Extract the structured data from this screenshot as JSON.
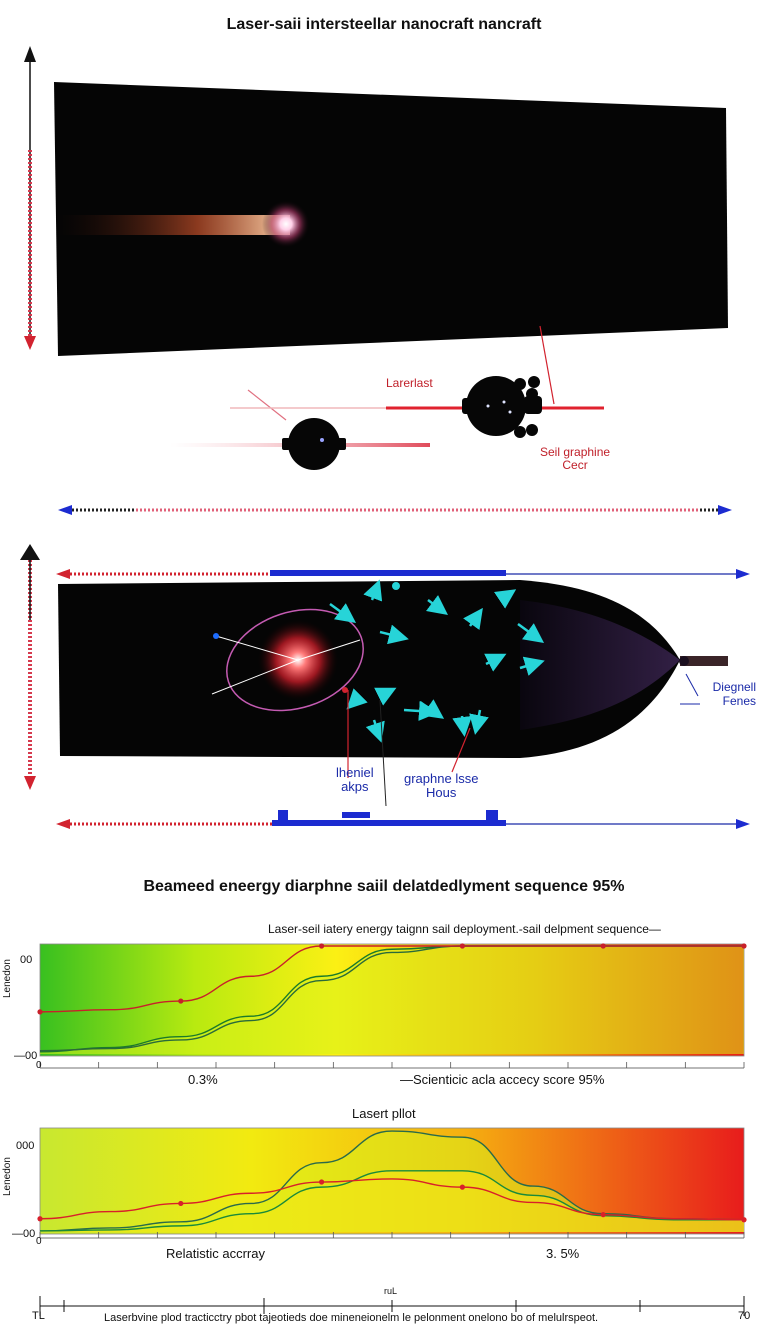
{
  "header": {
    "title": "Laser-saii intersteellar nanocraft nancraft"
  },
  "panel1": {
    "label_laser": "Larerlast",
    "label_sail_line1": "Seil graphine",
    "label_sail_line2": "Cecr"
  },
  "panel2": {
    "label_right_line1": "Diegnell",
    "label_right_line2": "Fenes",
    "label_bottom_a_line1": "lheniel",
    "label_bottom_a_line2": "akps",
    "label_bottom_b_line1": "graphne lsse",
    "label_bottom_b_line2": "Hous"
  },
  "section": {
    "title": "Beameed eneergy diarphne saiil delatdedlyment sequence 95%"
  },
  "chart1": {
    "caption": "Laser-seil iatery energy taignn sail deployment.-sail delpment sequence—",
    "y_top": "00",
    "y_bottom": "—00",
    "y_label": "Lenedon",
    "x_zero": "0",
    "x_note_left": "0.3%",
    "x_note_right": "—Scienticic acla accecy score 95%"
  },
  "chart2": {
    "title": "Lasert pllot",
    "y_top": "000",
    "y_bottom": "—00",
    "y_label": "Lenedon",
    "x_zero": "0",
    "x_note_left": "Relatistic accrray",
    "x_note_right": "3. 5%"
  },
  "footer": {
    "axis_label": "ruL",
    "left_tick": "TL",
    "right_tick": "70",
    "caption": "Laserbvine plod tracticctry pbot tajeotieds doe mineneionelm le pelonment onelono bo of melulrspeot."
  },
  "colors": {
    "accent_red": "#d2232f",
    "accent_blue": "#1c2bd0",
    "cyan": "#27d4d8"
  },
  "chart_data": [
    {
      "type": "line",
      "title": "Laser-seil iatery energy taignn sail deployment.-sail delpment sequence—",
      "ylabel": "Lenedon",
      "x": [
        0,
        0.1,
        0.2,
        0.3,
        0.4,
        0.5,
        0.6,
        0.7,
        0.8,
        0.9,
        1.0
      ],
      "ylim": [
        0,
        1
      ],
      "series": [
        {
          "values": [
            0.02,
            0.06,
            0.16,
            0.35,
            0.72,
            0.97,
            1.0,
            1.0,
            1.0,
            1.0,
            1.0
          ]
        },
        {
          "values": [
            0.03,
            0.05,
            0.13,
            0.31,
            0.68,
            0.94,
            1.0,
            1.0,
            1.0,
            1.0,
            1.0
          ]
        },
        {
          "values": [
            0.39,
            0.41,
            0.49,
            0.72,
            1.0,
            1.0,
            1.0,
            1.0,
            1.0,
            1.0,
            1.0
          ]
        }
      ]
    },
    {
      "type": "line",
      "title": "Lasert pllot",
      "ylabel": "Lenedon",
      "x": [
        0,
        0.1,
        0.2,
        0.3,
        0.4,
        0.5,
        0.6,
        0.7,
        0.8,
        0.9,
        1.0
      ],
      "ylim": [
        0,
        1
      ],
      "series": [
        {
          "values": [
            0.01,
            0.04,
            0.1,
            0.28,
            0.68,
            0.99,
            0.93,
            0.45,
            0.18,
            0.13,
            0.12
          ]
        },
        {
          "values": [
            0.01,
            0.02,
            0.06,
            0.18,
            0.44,
            0.6,
            0.6,
            0.36,
            0.16,
            0.12,
            0.12
          ]
        },
        {
          "values": [
            0.13,
            0.2,
            0.28,
            0.38,
            0.49,
            0.52,
            0.44,
            0.29,
            0.17,
            0.13,
            0.12
          ]
        }
      ]
    }
  ]
}
